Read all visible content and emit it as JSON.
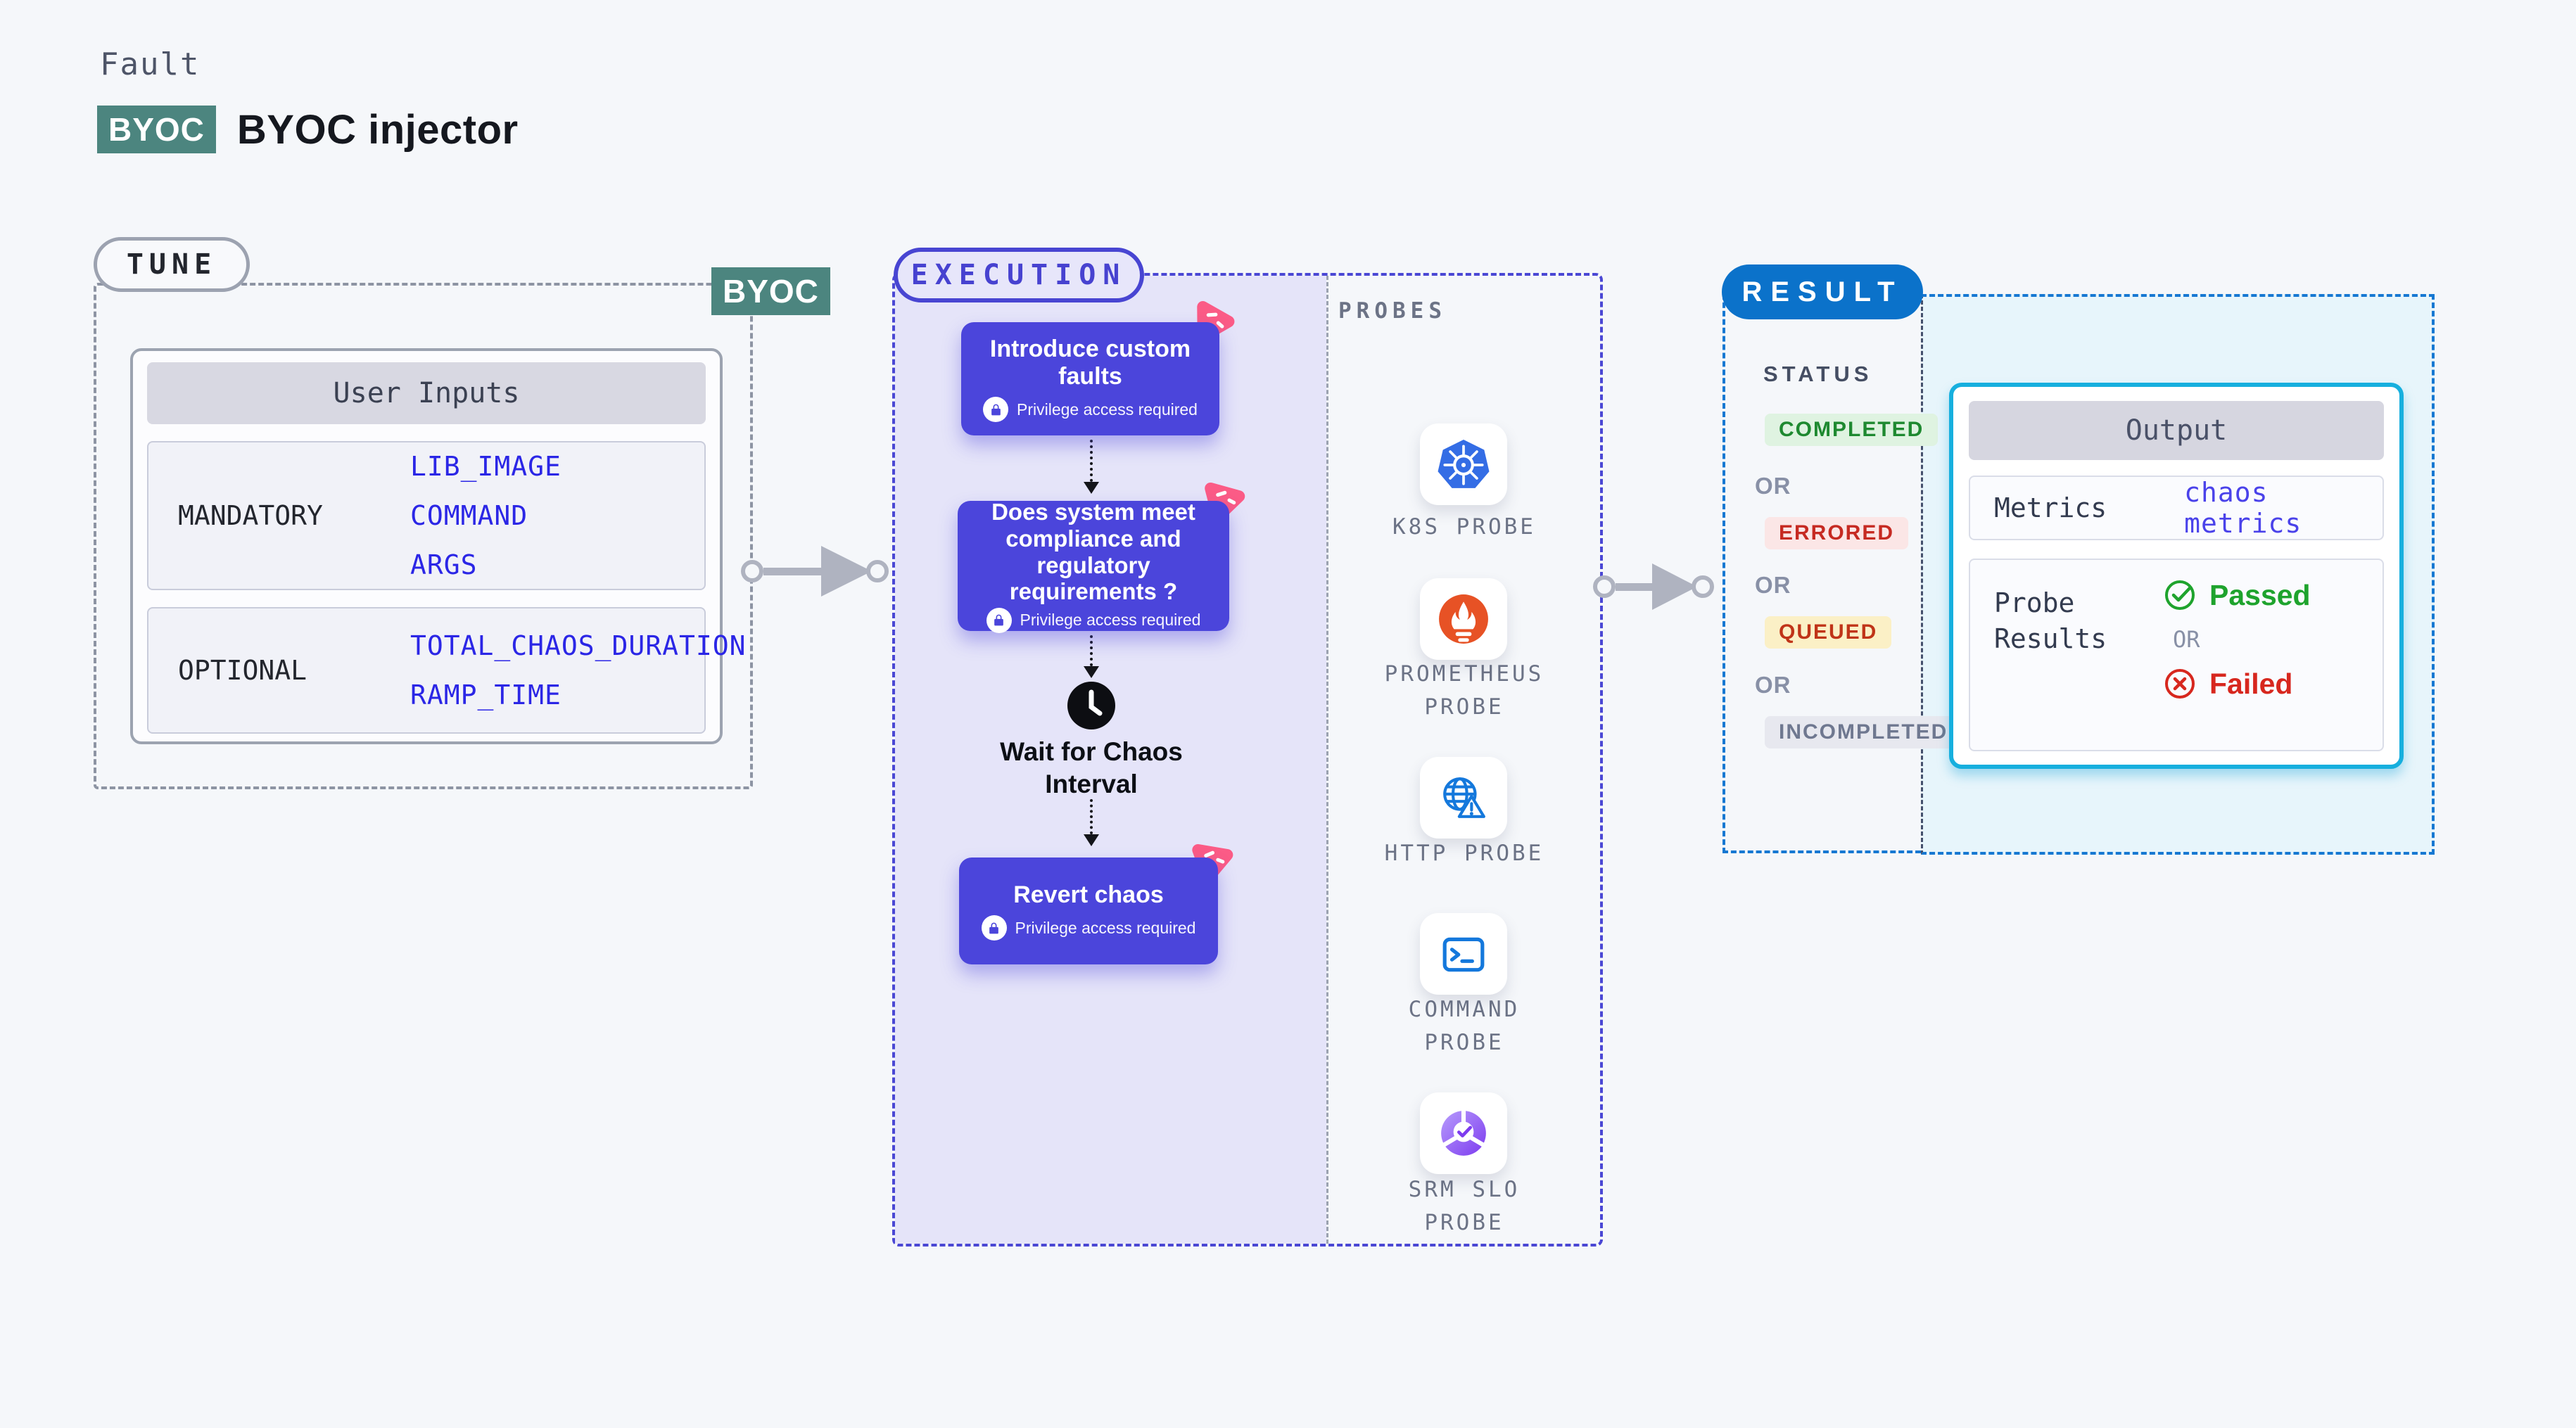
{
  "header": {
    "fault_label": "Fault",
    "byoc_badge": "BYOC",
    "title": "BYOC injector"
  },
  "tune": {
    "pill": "TUNE",
    "corner_badge": "BYOC",
    "user_inputs": {
      "header": "User Inputs",
      "rows": [
        {
          "label": "MANDATORY",
          "values": [
            "LIB_IMAGE",
            "COMMAND",
            "ARGS"
          ]
        },
        {
          "label": "OPTIONAL",
          "values": [
            "TOTAL_CHAOS_DURATION",
            "RAMP_TIME"
          ]
        }
      ]
    }
  },
  "execution": {
    "pill": "EXECUTION",
    "nodes": [
      {
        "title": "Introduce custom faults",
        "privilege": "Privilege access required"
      },
      {
        "title": "Does system meet compliance and regulatory requirements ?",
        "privilege": "Privilege access required"
      },
      {
        "title": "Revert chaos",
        "privilege": "Privilege access required"
      }
    ],
    "wait_label": "Wait for Chaos Interval",
    "probes_label": "PROBES",
    "probes": [
      {
        "label": "K8S PROBE",
        "icon": "kubernetes-icon"
      },
      {
        "label": "PROMETHEUS PROBE",
        "icon": "prometheus-icon"
      },
      {
        "label": "HTTP PROBE",
        "icon": "http-globe-icon"
      },
      {
        "label": "COMMAND PROBE",
        "icon": "terminal-icon"
      },
      {
        "label": "SRM SLO PROBE",
        "icon": "srm-slo-icon"
      }
    ]
  },
  "result": {
    "pill": "RESULT",
    "status": {
      "label": "STATUS",
      "completed": "COMPLETED",
      "or1": "OR",
      "errored": "ERRORED",
      "or2": "OR",
      "queued": "QUEUED",
      "or3": "OR",
      "incompleted": "INCOMPLETED"
    },
    "output": {
      "header": "Output",
      "metrics_label": "Metrics",
      "metrics_value": "chaos metrics",
      "probe_results_label": "Probe Results",
      "passed": "Passed",
      "or": "OR",
      "failed": "Failed"
    }
  },
  "colors": {
    "page_bg": "#F5F7FA",
    "teal_badge": "#4C857F",
    "node_purple": "#4B45DB",
    "lavender_panel": "#E5E4F9",
    "execution_border": "#4A47D4",
    "tune_border": "#8D94A3",
    "result_pill_blue": "#0B72CA",
    "result_border_blue": "#1678D2",
    "output_card_cyan": "#16AFDE",
    "output_zone_bg": "#E7F5FB",
    "input_value_blue": "#2B26E6",
    "metrics_value_blue": "#4A42EA",
    "passed_green": "#1EA32D",
    "failed_red": "#D7271E",
    "completed_bg": "#DFF3E1",
    "completed_text": "#1E8930",
    "errored_bg": "#FBE6E6",
    "errored_text": "#C62A22",
    "queued_bg": "#FBF0C6",
    "queued_text": "#C03418",
    "incompleted_bg": "#E7E8EF",
    "incompleted_text": "#6F7890",
    "kubernetes_blue": "#346DE5",
    "prometheus_orange": "#E75225",
    "http_blue": "#1478DC",
    "srm_purple": "#7D3BEF",
    "chaos_pink": "#FB5B86",
    "arrow_gray": "#AFB3C0"
  }
}
